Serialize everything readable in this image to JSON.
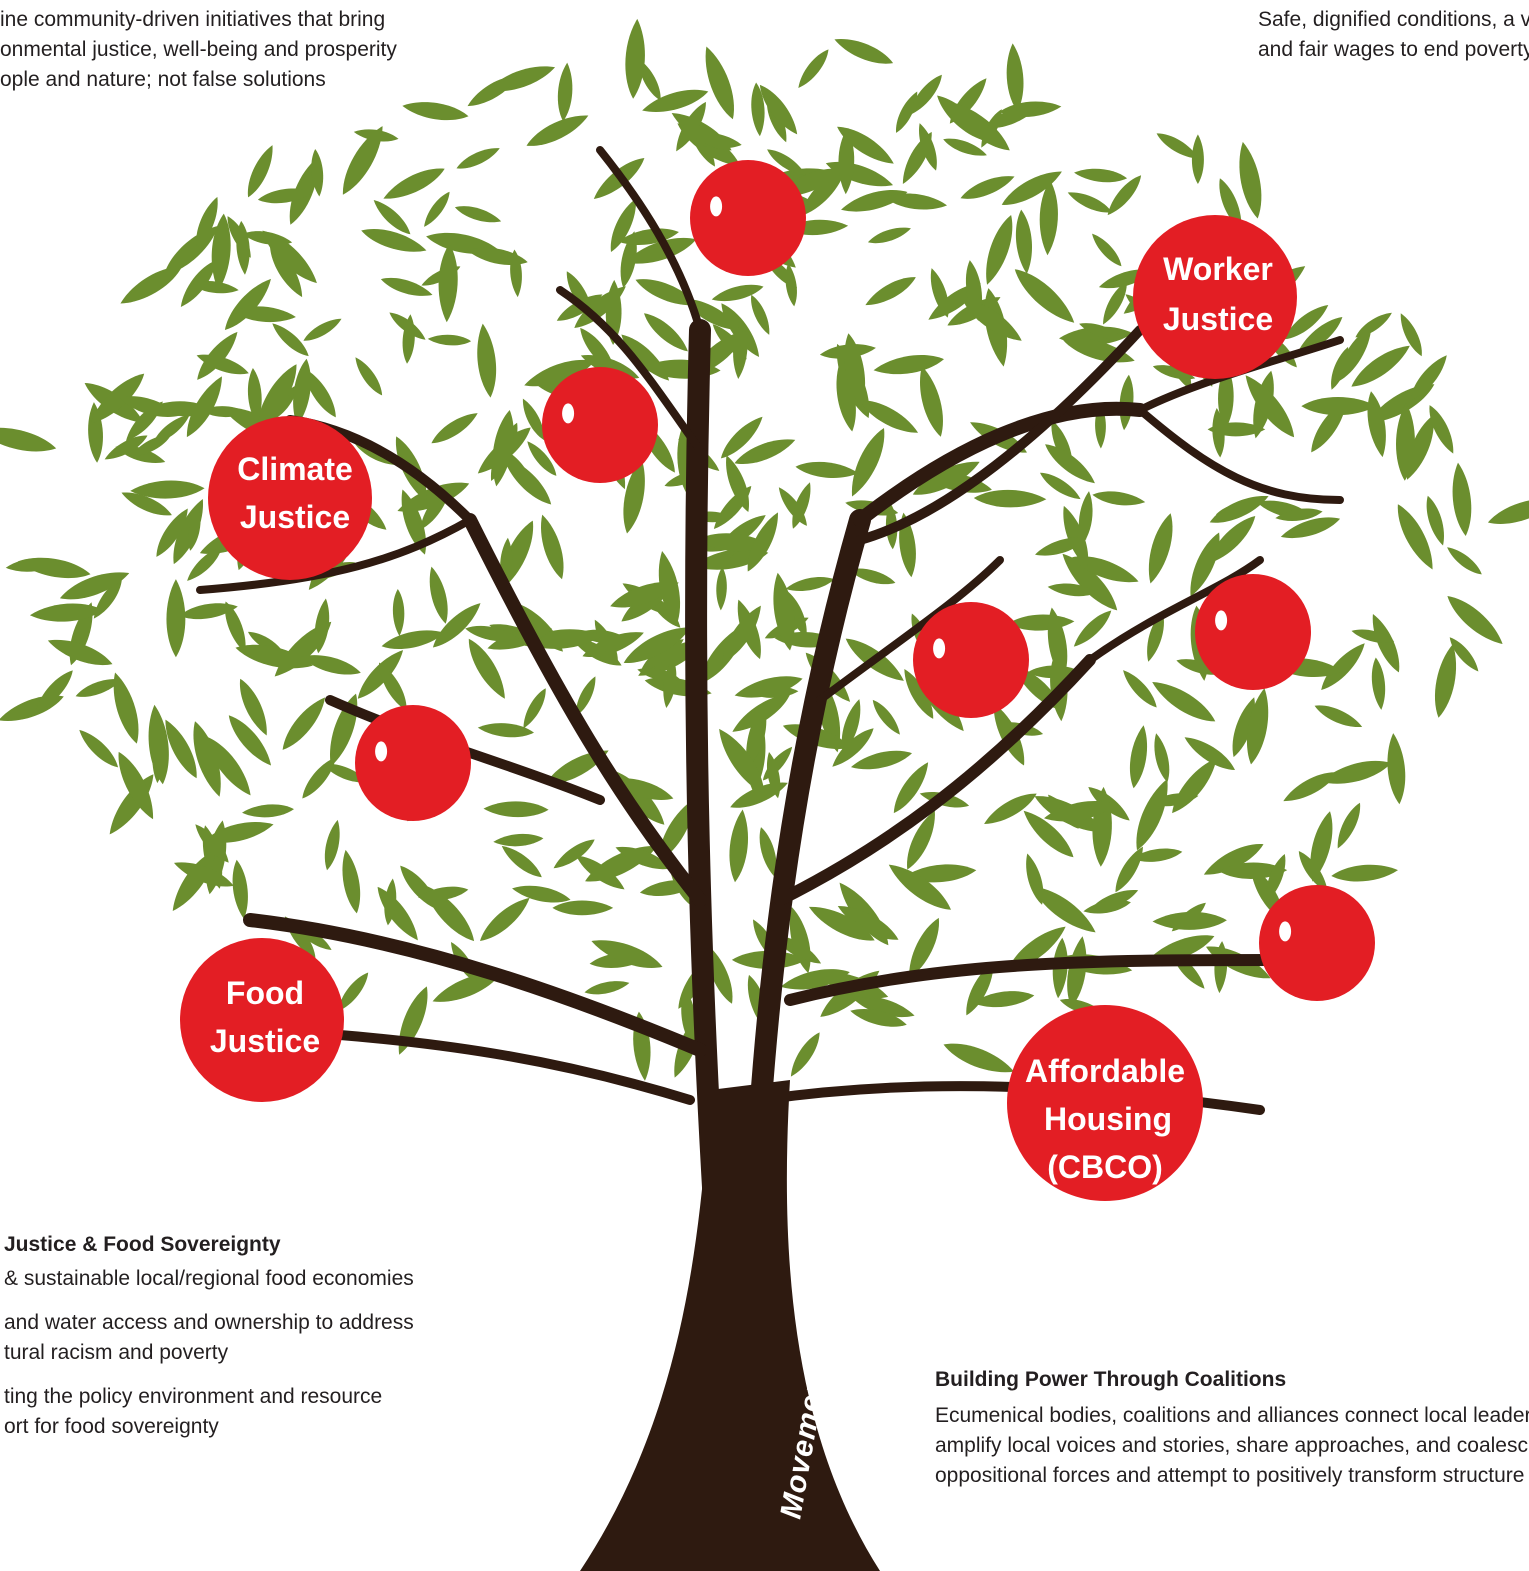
{
  "top_left_text": [
    "ine community-driven initiatives that bring",
    "onmental justice, well-being and prosperity",
    "ople and nature; not false solutions"
  ],
  "top_right_text": [
    "Safe, dignified conditions, a v",
    "and fair wages to end poverty"
  ],
  "bottom_left": {
    "heading": "Justice & Food Sovereignty",
    "lines": [
      "& sustainable local/regional food economies",
      "and water access and ownership to address",
      "tural racism and poverty",
      "ting the policy environment and resource",
      "ort for food sovereignty"
    ]
  },
  "bottom_right": {
    "heading": "Building Power Through Coalitions",
    "lines": [
      "Ecumenical bodies, coalitions and alliances connect local leader",
      "amplify local voices and stories, share approaches, and coalesc",
      "oppositional forces and attempt to positively transform structure"
    ]
  },
  "trunk_label": "Movement Building",
  "fruits": {
    "climate": [
      "Climate",
      "Justice"
    ],
    "worker": [
      "Worker",
      "Justice"
    ],
    "food": [
      "Food",
      "Justice"
    ],
    "housing": [
      "Affordable",
      "Housing",
      "(CBCO)"
    ]
  },
  "colors": {
    "leaf": "#6b8e2e",
    "leaf_stem_fruit": "#3db249",
    "trunk": "#2e1a10",
    "fruit": "#e31e24",
    "text": "#231f20"
  }
}
